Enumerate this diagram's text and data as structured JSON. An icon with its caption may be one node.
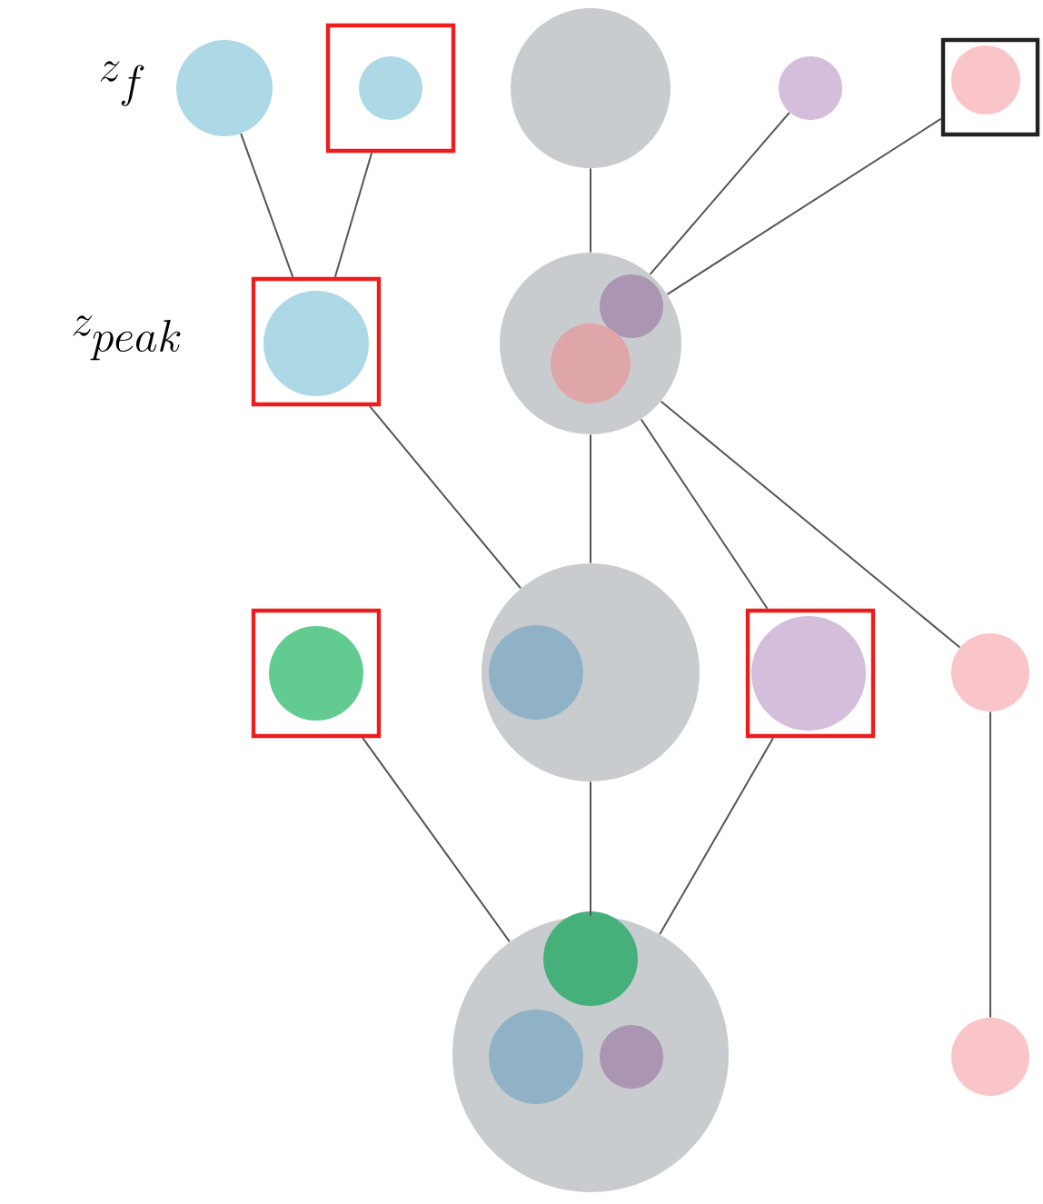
{
  "diagram": {
    "nodes": [
      {
        "text": [],
        "shape": "circle"
      },
      {
        "text": [],
        "shape": "box"
      },
      {
        "text": [],
        "shape": "circle",
        "in": 1
      },
      {
        "text": [],
        "shape": "circle"
      },
      {
        "text": [],
        "shape": "circle"
      },
      {
        "text": [],
        "shape": "box"
      },
      {
        "text": [],
        "shape": "circle",
        "in": 5
      },
      {
        "text": [],
        "shape": "box"
      },
      {
        "text": [],
        "shape": "circle",
        "in": 7
      },
      {
        "text": [],
        "shape": "circle"
      },
      {
        "text": [],
        "shape": "circle",
        "in": 9
      },
      {
        "text": [],
        "shape": "circle",
        "in": 9
      },
      {
        "text": [],
        "shape": "box"
      },
      {
        "text": [],
        "shape": "circle",
        "in": 12
      },
      {
        "text": [],
        "shape": "circle"
      },
      {
        "text": [],
        "shape": "circle",
        "in": 14
      },
      {
        "text": [],
        "shape": "box"
      },
      {
        "text": [],
        "shape": "circle",
        "in": 16
      },
      {
        "text": [],
        "shape": "circle"
      },
      {
        "text": [],
        "shape": "circle"
      },
      {
        "text": [],
        "shape": "circle",
        "in": 19
      },
      {
        "text": [],
        "shape": "circle",
        "in": 19
      },
      {
        "text": [],
        "shape": "circle",
        "in": 19
      },
      {
        "text": [],
        "shape": "circle"
      }
    ],
    "edges": [
      {
        "from": 0,
        "to": 7,
        "arrow": "none"
      },
      {
        "from": 1,
        "to": 7,
        "arrow": "none"
      },
      {
        "from": 3,
        "to": 9,
        "arrow": "none"
      },
      {
        "from": 4,
        "to": 9,
        "arrow": "none"
      },
      {
        "from": 5,
        "to": 9,
        "arrow": "none"
      },
      {
        "from": 7,
        "to": 14,
        "arrow": "none"
      },
      {
        "from": 9,
        "to": 14,
        "arrow": "none"
      },
      {
        "from": 9,
        "to": 16,
        "arrow": "none"
      },
      {
        "from": 9,
        "to": 18,
        "arrow": "none"
      },
      {
        "from": 12,
        "to": 19,
        "arrow": "none"
      },
      {
        "from": 14,
        "to": 19,
        "arrow": "none"
      },
      {
        "from": 16,
        "to": 19,
        "arrow": "none"
      },
      {
        "from": 18,
        "to": 23,
        "arrow": "none"
      }
    ],
    "labels": [
      "z_f",
      "z_{peak}"
    ]
  }
}
